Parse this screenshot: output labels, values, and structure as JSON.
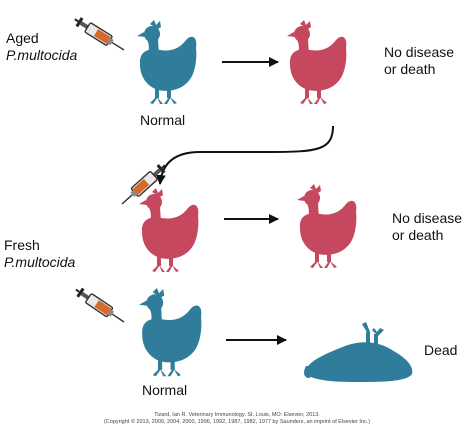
{
  "colors": {
    "normal": "#2f7d9a",
    "sick": "#c5485f",
    "arrow": "#111111"
  },
  "labels": {
    "aged_line1": "Aged",
    "aged_line2": "P.multocida",
    "fresh_line1": "Fresh",
    "fresh_line2": "P.multocida",
    "normal_top": "Normal",
    "normal_bottom": "Normal",
    "outcome1_line1": "No disease",
    "outcome1_line2": "or death",
    "outcome2_line1": "No disease",
    "outcome2_line2": "or death",
    "outcome3": "Dead"
  },
  "footer": {
    "line1": "Tizard, Ian R. Veterinary Immunology. St. Louis, MO: Elsevier, 2013.",
    "line2": "(Copyright © 2013, 2009, 2004, 2000, 1996, 1992, 1987, 1982, 1977 by Saunders, an imprint of Elsevier Inc.)"
  },
  "icons": [
    "syringe-icon",
    "chicken-icon",
    "dead-chicken-icon",
    "arrow-icon"
  ]
}
